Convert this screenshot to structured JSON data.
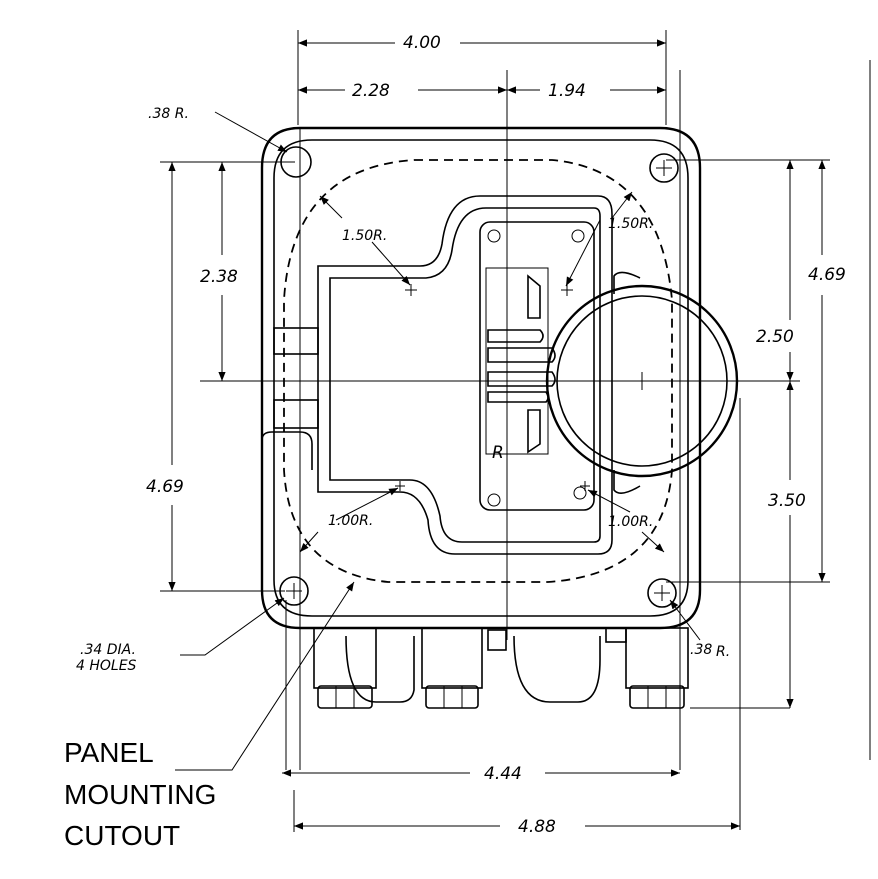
{
  "dimensions": {
    "overall_width_top": "4.00",
    "left_offset": "2.28",
    "right_offset": "1.94",
    "corner_radius_top_left": ".38 R.",
    "mounting_arc_radius_left": "1.50R.",
    "mounting_arc_radius_right": "1.50R.",
    "left_vertical_upper": "2.38",
    "left_vertical_lower": "4.69",
    "right_vertical_overall": "4.69",
    "right_vertical_upper": "2.50",
    "right_vertical_lower": "3.50",
    "inner_radius_left": "1.00R.",
    "inner_radius_right": "1.00R.",
    "hole_callout_line1": ".34 DIA.",
    "hole_callout_line2": "4 HOLES",
    "corner_radius_bottom_right_a": ".38",
    "corner_radius_bottom_right_b": "R.",
    "bottom_width_inner": "4.44",
    "bottom_width_outer": "4.88",
    "marking_r": "R"
  },
  "label": {
    "line1": "PANEL",
    "line2": "MOUNTING",
    "line3": "CUTOUT"
  }
}
